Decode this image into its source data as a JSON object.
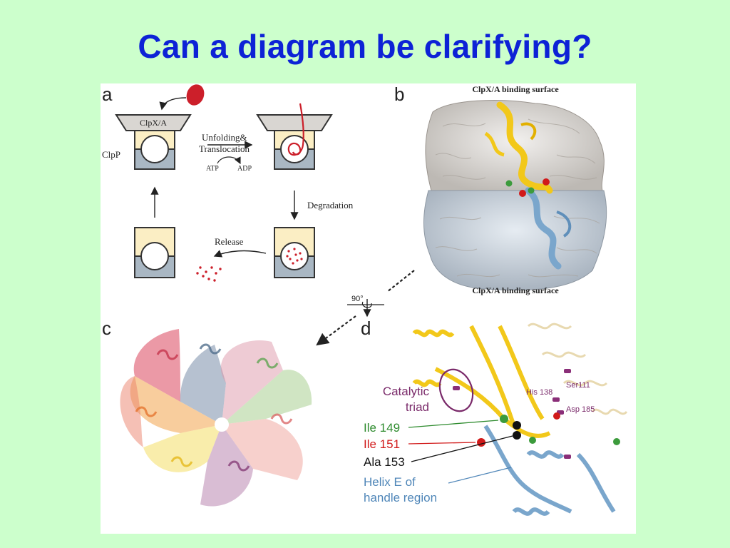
{
  "slide": {
    "title": "Can a diagram be clarifying?",
    "background_color": "#ccffcc",
    "title_color": "#0d22d6"
  },
  "panels": {
    "a": {
      "letter": "a",
      "chaperone_label": "ClpX/A",
      "protease_label": "ClpP",
      "step_unfolding": "Unfolding&",
      "step_translocation": "Translocation",
      "atp_label": "ATP",
      "adp_label": "ADP",
      "step_degradation": "Degradation",
      "step_release": "Release"
    },
    "b": {
      "letter": "b",
      "top_label": "ClpX/A  binding surface",
      "bottom_label": "ClpX/A  binding surface",
      "rotation_label": "90°"
    },
    "c": {
      "letter": "c"
    },
    "d": {
      "letter": "d",
      "catalytic_line1": "Catalytic",
      "catalytic_line2": "triad",
      "ile149": "Ile 149",
      "ile151": "Ile 151",
      "ala153": "Ala 153",
      "helix_line1": "Helix E of",
      "helix_line2": "handle region",
      "his": "His 138",
      "ser": "Ser111",
      "asp": "Asp 185"
    }
  },
  "colors": {
    "ile149": "#2e8b2e",
    "ile151": "#d11a1a",
    "ala153": "#111111",
    "helix": "#4f86b8",
    "catalytic": "#7a2a6a",
    "substrate": "#cc1f2a"
  }
}
